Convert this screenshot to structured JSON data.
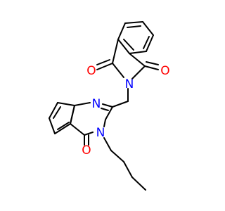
{
  "molecule": {
    "atom_labels": [
      {
        "id": "O1",
        "text": "O",
        "color": "#ff0000"
      },
      {
        "id": "O2",
        "text": "O",
        "color": "#ff0000"
      },
      {
        "id": "N1",
        "text": "N",
        "color": "#0000ff"
      },
      {
        "id": "N2",
        "text": "N",
        "color": "#0000ff"
      },
      {
        "id": "N3",
        "text": "N",
        "color": "#0000ff"
      },
      {
        "id": "O3",
        "text": "O",
        "color": "#ff0000"
      }
    ],
    "colors": {
      "bond": "#000000",
      "oxygen": "#ff0000",
      "nitrogen": "#0000ff",
      "background": "#ffffff"
    }
  }
}
